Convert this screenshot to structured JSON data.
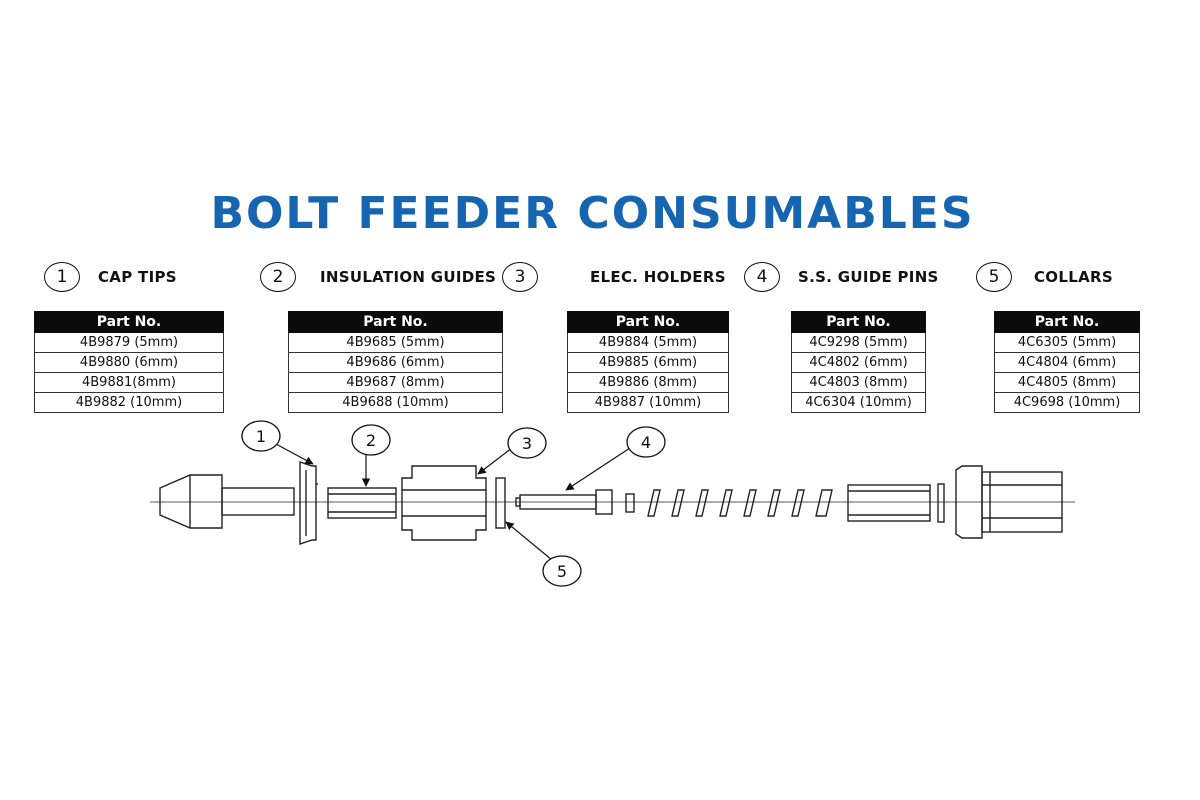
{
  "title": "BOLT FEEDER CONSUMABLES",
  "table_header": "Part No.",
  "categories": [
    {
      "number": "1",
      "label": "CAP TIPS",
      "parts": [
        "4B9879 (5mm)",
        "4B9880 (6mm)",
        "4B9881(8mm)",
        "4B9882 (10mm)"
      ]
    },
    {
      "number": "2",
      "label": "INSULATION GUIDES",
      "parts": [
        "4B9685 (5mm)",
        "4B9686 (6mm)",
        "4B9687 (8mm)",
        "4B9688 (10mm)"
      ]
    },
    {
      "number": "3",
      "label": "ELEC. HOLDERS",
      "parts": [
        "4B9884 (5mm)",
        "4B9885 (6mm)",
        "4B9886 (8mm)",
        "4B9887 (10mm)"
      ]
    },
    {
      "number": "4",
      "label": "S.S. GUIDE PINS",
      "parts": [
        "4C9298 (5mm)",
        "4C4802 (6mm)",
        "4C4803 (8mm)",
        "4C6304 (10mm)"
      ]
    },
    {
      "number": "5",
      "label": "COLLARS",
      "parts": [
        "4C6305 (5mm)",
        "4C4804 (6mm)",
        "4C4805 (8mm)",
        "4C9698 (10mm)"
      ]
    }
  ],
  "callouts": [
    "1",
    "2",
    "3",
    "4",
    "5"
  ],
  "colors": {
    "title": "#1565b0",
    "header_bg": "#0b0b0b",
    "line": "#222222"
  }
}
